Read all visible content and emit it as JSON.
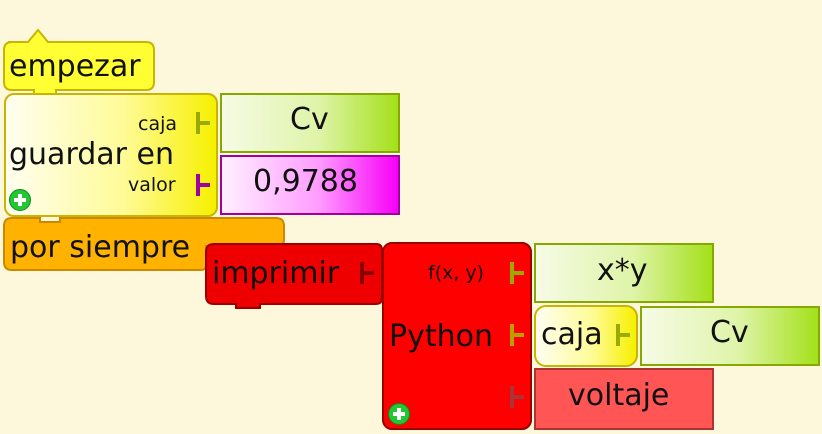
{
  "colors": {
    "background": "#fdf8dc",
    "start_block": "#ffff33",
    "forever_block": "#ffb300",
    "print_block": "#ee0000",
    "python_block": "#ff0000",
    "string_block": "#a4e01a",
    "number_block": "#f600f6",
    "variable_block": "#ff5555"
  },
  "blocks": {
    "start": {
      "label": "empezar"
    },
    "store": {
      "label": "guardar en",
      "box_label": "caja",
      "value_label": "valor",
      "box_value": "Cv",
      "value_value": "0,9788",
      "add_icon": "plus-icon"
    },
    "forever": {
      "label": "por siempre"
    },
    "print": {
      "label": "imprimir"
    },
    "python": {
      "label": "Python",
      "f_label": "f(x, y)",
      "expr": "x*y",
      "box_label": "caja",
      "box_value": "Cv",
      "var_value": "voltaje",
      "add_icon": "plus-icon"
    }
  }
}
